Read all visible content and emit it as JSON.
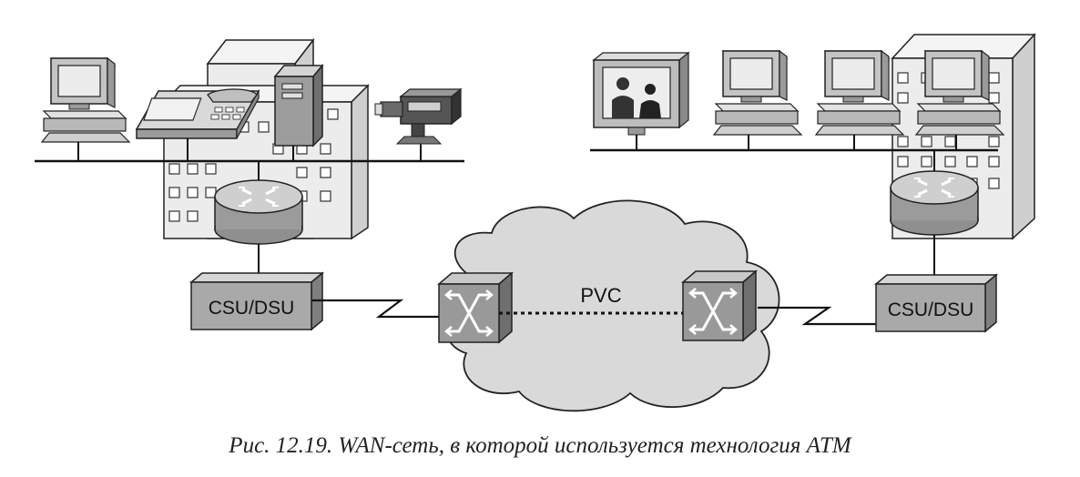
{
  "diagram": {
    "left_csu_label": "CSU/DSU",
    "right_csu_label": "CSU/DSU",
    "pvc_label": "PVC",
    "caption": "Рис. 12.19. WAN-сеть, в которой используется технология ATM"
  },
  "colors": {
    "building_front": "#ececec",
    "building_side": "#d2d2d2",
    "device_gray": "#a9a9a9",
    "cloud": "#d9d9d9",
    "line": "#111111"
  },
  "icons": [
    "building-icon",
    "workstation-icon",
    "phone-icon",
    "server-icon",
    "video-camera-icon",
    "tv-monitor-icon",
    "router-icon",
    "atm-switch-icon",
    "csu-dsu-icon",
    "wan-cloud-icon"
  ]
}
